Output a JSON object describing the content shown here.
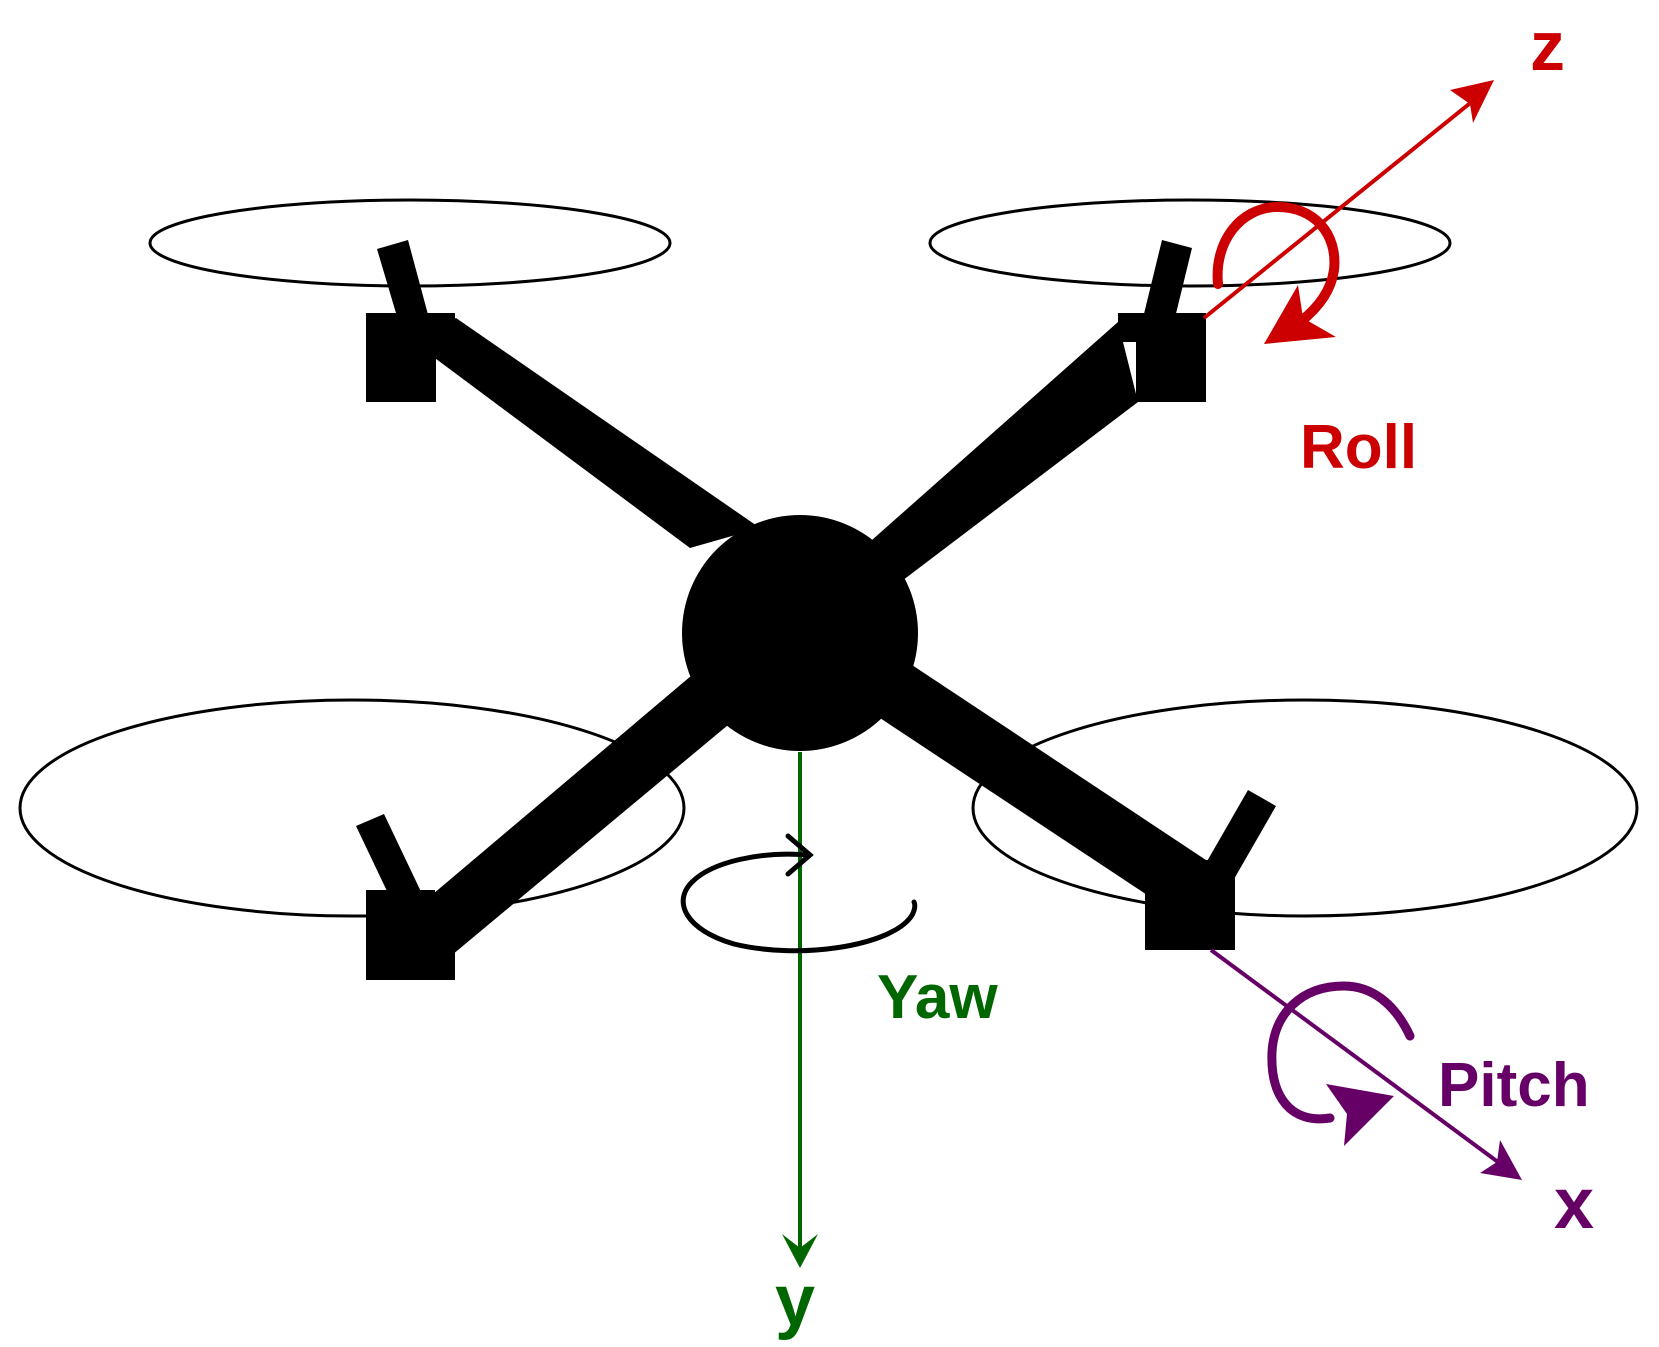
{
  "labels": {
    "z_axis": "z",
    "x_axis": "x",
    "y_axis": "y",
    "roll": "Roll",
    "pitch": "Pitch",
    "yaw": "Yaw"
  },
  "colors": {
    "frame": "#000000",
    "roll_z": "#cc0000",
    "pitch_x": "#660066",
    "yaw_y": "#006600"
  }
}
